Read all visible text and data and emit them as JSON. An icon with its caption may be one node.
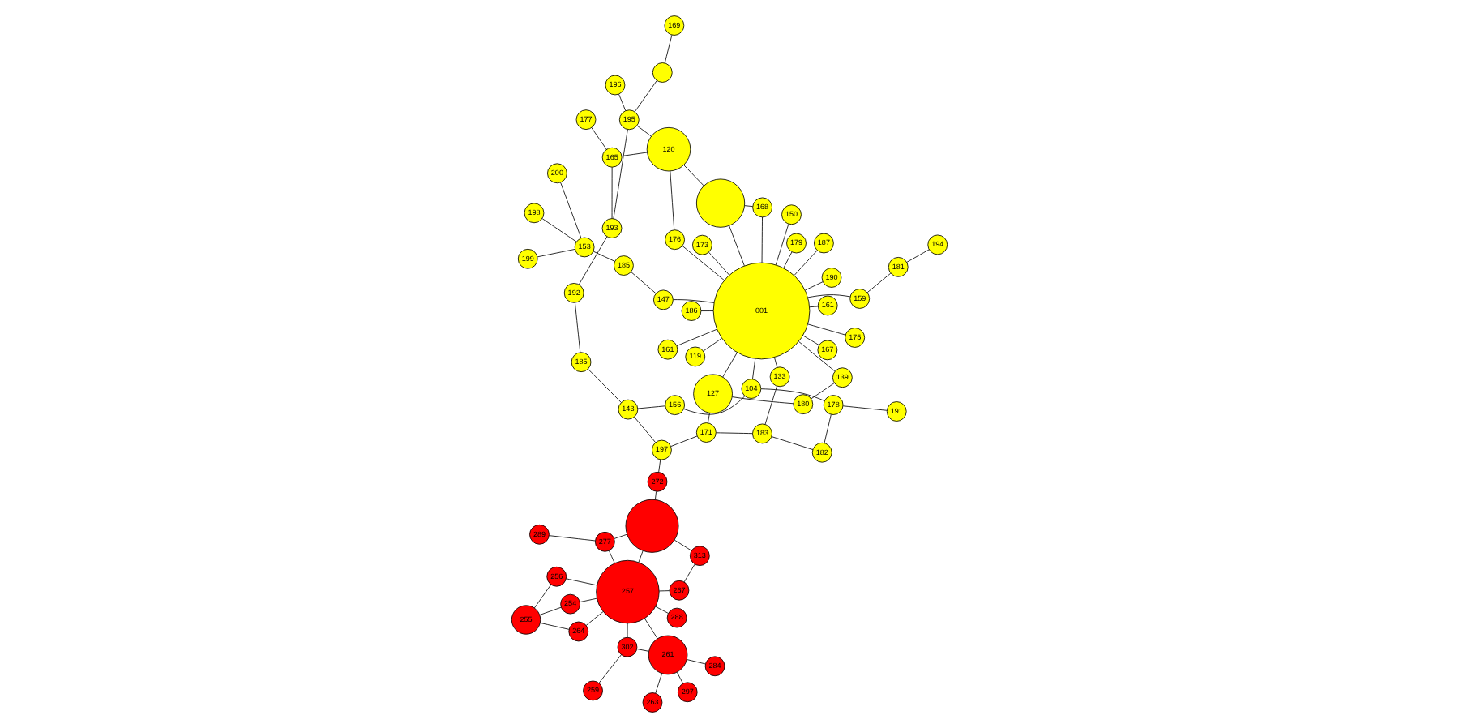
{
  "diagram": {
    "nodes": [
      {
        "text": [
          "259"
        ]
      },
      {
        "text": [
          "302"
        ]
      },
      {
        "text": [
          "297"
        ]
      },
      {
        "text": [
          "263"
        ]
      },
      {
        "text": [
          "261"
        ]
      },
      {
        "text": [
          "254"
        ]
      },
      {
        "text": [
          "255"
        ]
      },
      {
        "text": [
          "284"
        ]
      },
      {
        "text": [
          "267"
        ]
      },
      {
        "text": [
          "288"
        ]
      },
      {
        "text": [
          "313"
        ]
      },
      {
        "text": [
          "256"
        ]
      },
      {
        "text": [
          "257"
        ]
      },
      {
        "text": [
          "264"
        ]
      },
      {
        "text": [
          "289"
        ]
      },
      {
        "text": [
          "277"
        ]
      },
      {
        "text": [],
        "shape": "circle"
      },
      {
        "text": [
          "272"
        ]
      },
      {
        "text": [
          "197"
        ]
      },
      {
        "text": [
          "171"
        ]
      },
      {
        "text": [
          "183"
        ]
      },
      {
        "text": [
          "133"
        ]
      },
      {
        "text": [
          "127"
        ]
      },
      {
        "text": [
          "001"
        ]
      },
      {
        "text": [
          "180"
        ]
      },
      {
        "text": [
          "139"
        ]
      },
      {
        "text": [
          "190"
        ]
      },
      {
        "text": [
          "167"
        ]
      },
      {
        "text": [
          "159"
        ]
      },
      {
        "text": [
          "181"
        ]
      },
      {
        "text": [
          "185"
        ]
      },
      {
        "text": [
          "153"
        ]
      },
      {
        "text": [
          "199"
        ]
      },
      {
        "text": [
          "198"
        ]
      },
      {
        "text": [
          "200"
        ]
      },
      {
        "text": [
          "194"
        ]
      },
      {
        "text": [
          "147"
        ]
      },
      {
        "text": [
          "187"
        ]
      },
      {
        "text": [
          "186"
        ]
      },
      {
        "text": [
          "161"
        ]
      },
      {
        "text": [
          "150"
        ]
      },
      {
        "text": [
          "179"
        ]
      },
      {
        "text": [
          "173"
        ]
      },
      {
        "text": [
          "161"
        ]
      },
      {
        "text": [
          "175"
        ]
      },
      {
        "text": [
          "119"
        ]
      },
      {
        "text": [
          "168"
        ]
      },
      {
        "text": [
          "176"
        ]
      },
      {
        "text": [
          "182"
        ]
      },
      {
        "text": [
          "178"
        ]
      },
      {
        "text": [
          "104"
        ]
      },
      {
        "text": [
          "191"
        ]
      },
      {
        "text": [
          "177"
        ]
      },
      {
        "text": [
          "143"
        ]
      },
      {
        "text": [
          "156"
        ]
      },
      {
        "text": [
          "185"
        ]
      },
      {
        "text": [
          "193"
        ]
      },
      {
        "text": [
          "165"
        ]
      },
      {
        "text": [
          "169"
        ]
      },
      {
        "text": [
          "120"
        ]
      },
      {
        "text": [
          "192"
        ]
      },
      {
        "text": [
          "195"
        ]
      },
      {
        "text": [
          "196"
        ]
      },
      {
        "text": [],
        "shape": "circle"
      },
      {
        "text": [],
        "shape": "circle"
      }
    ],
    "edges": [
      {
        "from": 0,
        "to": 1,
        "arrow": "none"
      },
      {
        "from": 1,
        "to": 4,
        "arrow": "none"
      },
      {
        "from": 6,
        "to": 5,
        "arrow": "none"
      },
      {
        "from": 6,
        "to": 11,
        "arrow": "none"
      },
      {
        "from": 1,
        "to": 12,
        "arrow": "none"
      },
      {
        "from": 4,
        "to": 7,
        "arrow": "none"
      },
      {
        "from": 2,
        "to": 4,
        "arrow": "none"
      },
      {
        "from": 3,
        "to": 4,
        "arrow": "none"
      },
      {
        "from": 4,
        "to": 12,
        "arrow": "none"
      },
      {
        "from": 5,
        "to": 12,
        "arrow": "none"
      },
      {
        "from": 11,
        "to": 12,
        "arrow": "none"
      },
      {
        "from": 13,
        "to": 12,
        "arrow": "none"
      },
      {
        "from": 14,
        "to": 15,
        "arrow": "none"
      },
      {
        "from": 15,
        "to": 12,
        "arrow": "none"
      },
      {
        "from": 8,
        "to": 12,
        "arrow": "none"
      },
      {
        "from": 9,
        "to": 12,
        "arrow": "none"
      },
      {
        "from": 12,
        "to": 16,
        "arrow": "none"
      },
      {
        "from": 8,
        "to": 10,
        "arrow": "none"
      },
      {
        "from": 16,
        "to": 10,
        "arrow": "none"
      },
      {
        "from": 16,
        "to": 17,
        "arrow": "none"
      },
      {
        "from": 16,
        "to": 15,
        "arrow": "none"
      },
      {
        "from": 6,
        "to": 13,
        "arrow": "none"
      },
      {
        "from": 17,
        "to": 18,
        "arrow": "none"
      },
      {
        "from": 18,
        "to": 19,
        "arrow": "none"
      },
      {
        "from": 18,
        "to": 53,
        "arrow": "none"
      },
      {
        "from": 19,
        "to": 22,
        "arrow": "none"
      },
      {
        "from": 19,
        "to": 20,
        "arrow": "none"
      },
      {
        "from": 20,
        "to": 21,
        "arrow": "none"
      },
      {
        "from": 21,
        "to": 23,
        "arrow": "none"
      },
      {
        "from": 22,
        "to": 23,
        "arrow": "none"
      },
      {
        "from": 22,
        "to": 24,
        "arrow": "none"
      },
      {
        "from": 24,
        "to": 25,
        "arrow": "none"
      },
      {
        "from": 25,
        "to": 23,
        "arrow": "none"
      },
      {
        "from": 26,
        "to": 23,
        "arrow": "none"
      },
      {
        "from": 27,
        "to": 23,
        "arrow": "none"
      },
      {
        "from": 28,
        "to": 23,
        "arrow": "none"
      },
      {
        "from": 28,
        "to": 29,
        "arrow": "none"
      },
      {
        "from": 29,
        "to": 35,
        "arrow": "none"
      },
      {
        "from": 36,
        "to": 23,
        "arrow": "none"
      },
      {
        "from": 30,
        "to": 36,
        "arrow": "none"
      },
      {
        "from": 30,
        "to": 31,
        "arrow": "none"
      },
      {
        "from": 31,
        "to": 32,
        "arrow": "none"
      },
      {
        "from": 31,
        "to": 33,
        "arrow": "none"
      },
      {
        "from": 31,
        "to": 34,
        "arrow": "none"
      },
      {
        "from": 37,
        "to": 23,
        "arrow": "none"
      },
      {
        "from": 38,
        "to": 23,
        "arrow": "none"
      },
      {
        "from": 39,
        "to": 23,
        "arrow": "none"
      },
      {
        "from": 40,
        "to": 23,
        "arrow": "none"
      },
      {
        "from": 41,
        "to": 23,
        "arrow": "none"
      },
      {
        "from": 42,
        "to": 23,
        "arrow": "none"
      },
      {
        "from": 43,
        "to": 23,
        "arrow": "none"
      },
      {
        "from": 44,
        "to": 23,
        "arrow": "none"
      },
      {
        "from": 45,
        "to": 23,
        "arrow": "none"
      },
      {
        "from": 46,
        "to": 23,
        "arrow": "none"
      },
      {
        "from": 63,
        "to": 23,
        "arrow": "none"
      },
      {
        "from": 47,
        "to": 23,
        "arrow": "none"
      },
      {
        "from": 48,
        "to": 49,
        "arrow": "none"
      },
      {
        "from": 49,
        "to": 50,
        "arrow": "none"
      },
      {
        "from": 50,
        "to": 23,
        "arrow": "none"
      },
      {
        "from": 51,
        "to": 49,
        "arrow": "none"
      },
      {
        "from": 52,
        "to": 57,
        "arrow": "none"
      },
      {
        "from": 53,
        "to": 54,
        "arrow": "none"
      },
      {
        "from": 53,
        "to": 55,
        "arrow": "none"
      },
      {
        "from": 55,
        "to": 60,
        "arrow": "none"
      },
      {
        "from": 56,
        "to": 60,
        "arrow": "none"
      },
      {
        "from": 54,
        "to": 50,
        "arrow": "none"
      },
      {
        "from": 56,
        "to": 57,
        "arrow": "none"
      },
      {
        "from": 57,
        "to": 59,
        "arrow": "none"
      },
      {
        "from": 59,
        "to": 63,
        "arrow": "none"
      },
      {
        "from": 58,
        "to": 64,
        "arrow": "none"
      },
      {
        "from": 64,
        "to": 61,
        "arrow": "none"
      },
      {
        "from": 56,
        "to": 61,
        "arrow": "none"
      },
      {
        "from": 59,
        "to": 61,
        "arrow": "none"
      },
      {
        "from": 61,
        "to": 62,
        "arrow": "none"
      },
      {
        "from": 46,
        "to": 63,
        "arrow": "none"
      },
      {
        "from": 47,
        "to": 59,
        "arrow": "none"
      },
      {
        "from": 20,
        "to": 48,
        "arrow": "none"
      }
    ]
  }
}
